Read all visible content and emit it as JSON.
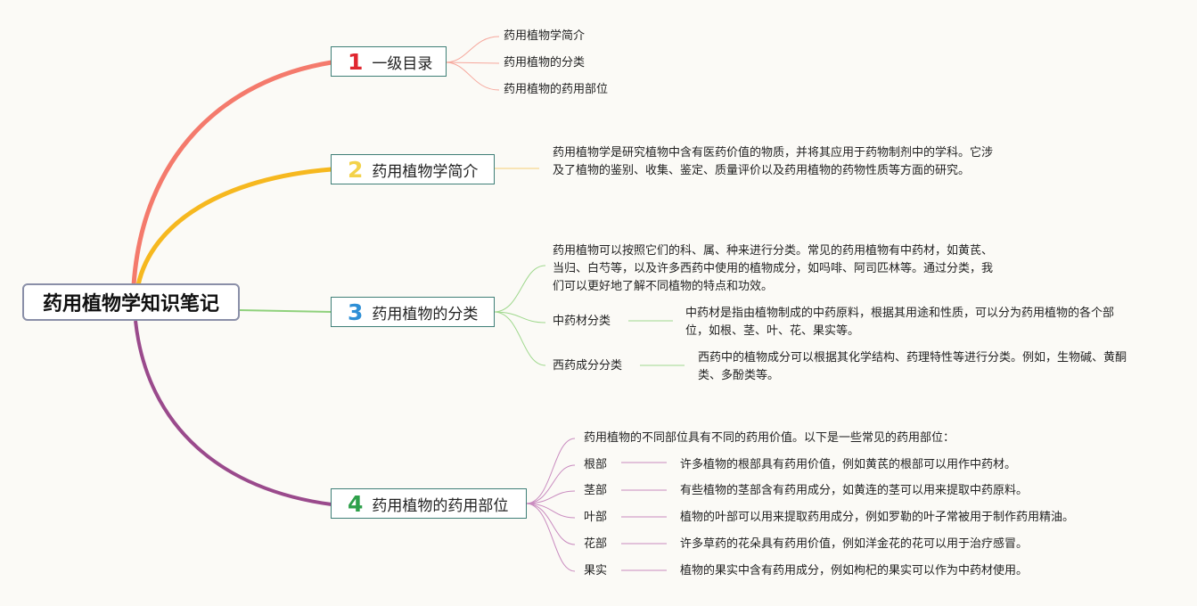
{
  "root": {
    "title": "药用植物学知识笔记"
  },
  "branches": [
    {
      "number": "1",
      "label": "一级目录",
      "color": "#f06e62",
      "items": [
        "药用植物学简介",
        "药用植物的分类",
        "药用植物的药用部位"
      ]
    },
    {
      "number": "2",
      "label": "药用植物学简介",
      "color": "#f3d24a",
      "description": "药用植物学是研究植物中含有医药价值的物质，并将其应用于药物制剂中的学科。它涉及了植物的鉴别、收集、鉴定、质量评价以及药用植物的药物性质等方面的研究。"
    },
    {
      "number": "3",
      "label": "药用植物的分类",
      "color": "#2e8fd6",
      "description": "药用植物可以按照它们的科、属、种来进行分类。常见的药用植物有中药材，如黄芪、当归、白芍等，以及许多西药中使用的植物成分，如吗啡、阿司匹林等。通过分类，我们可以更好地了解不同植物的特点和功效。",
      "subs": [
        {
          "label": "中药材分类",
          "detail": "中药材是指由植物制成的中药原料，根据其用途和性质，可以分为药用植物的各个部位，如根、茎、叶、花、果实等。"
        },
        {
          "label": "西药成分分类",
          "detail": "西药中的植物成分可以根据其化学结构、药理特性等进行分类。例如，生物碱、黄酮类、多酚类等。"
        }
      ]
    },
    {
      "number": "4",
      "label": "药用植物的药用部位",
      "color": "#2ea04a",
      "intro": "药用植物的不同部位具有不同的药用价值。以下是一些常见的药用部位：",
      "subs": [
        {
          "label": "根部",
          "detail": "许多植物的根部具有药用价值，例如黄芪的根部可以用作中药材。"
        },
        {
          "label": "茎部",
          "detail": "有些植物的茎部含有药用成分，如黄连的茎可以用来提取中药原料。"
        },
        {
          "label": "叶部",
          "detail": "植物的叶部可以用来提取药用成分，例如罗勒的叶子常被用于制作药用精油。"
        },
        {
          "label": "花部",
          "detail": "许多草药的花朵具有药用价值，例如洋金花的花可以用于治疗感冒。"
        },
        {
          "label": "果实",
          "detail": "植物的果实中含有药用成分，例如枸杞的果实可以作为中药材使用。"
        }
      ]
    }
  ],
  "line_colors": {
    "b1": "#f47a6c",
    "b2": "#f6b81f",
    "b3": "#8fd17c",
    "b4": "#9a4a8c"
  }
}
